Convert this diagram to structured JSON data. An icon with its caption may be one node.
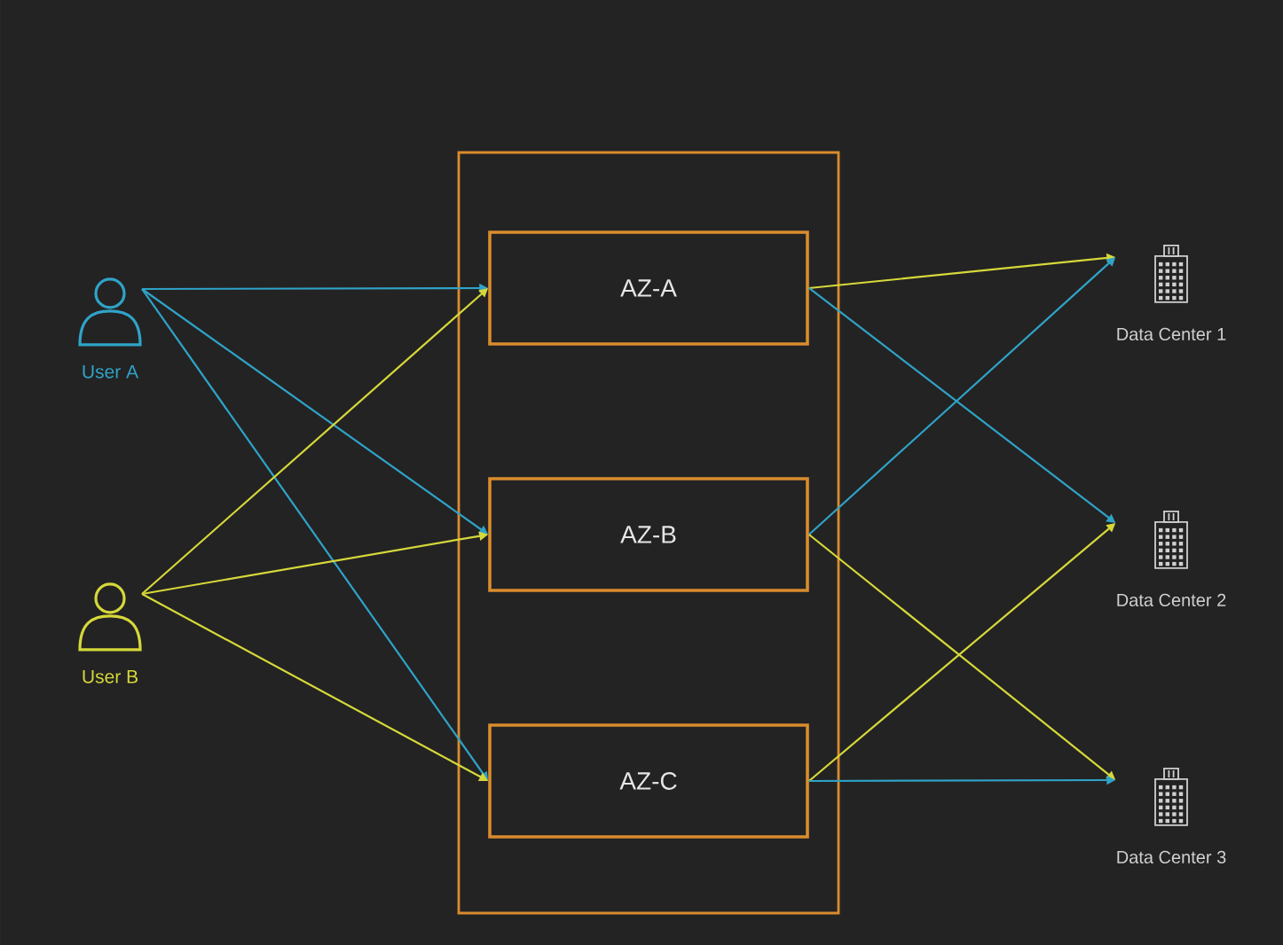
{
  "diagram": {
    "nodes": [
      {
        "text": [
          "User A"
        ]
      },
      {
        "text": [
          "User B"
        ]
      },
      {
        "text": [],
        "shape": "box"
      },
      {
        "text": [
          "AZ-A"
        ],
        "in": 2
      },
      {
        "text": [
          "AZ-B"
        ],
        "in": 2
      },
      {
        "text": [
          "AZ-C"
        ],
        "in": 2
      },
      {
        "text": [
          "Data Center 1"
        ]
      },
      {
        "text": [
          "Data Center 2"
        ]
      },
      {
        "text": [
          "Data Center 3"
        ]
      }
    ],
    "edges": [
      {
        "from": 0,
        "to": 3,
        "arrow": "to",
        "color": "#2fa3c8"
      },
      {
        "from": 0,
        "to": 4,
        "arrow": "to",
        "color": "#2fa3c8"
      },
      {
        "from": 0,
        "to": 5,
        "arrow": "to",
        "color": "#2fa3c8"
      },
      {
        "from": 1,
        "to": 3,
        "arrow": "to",
        "color": "#d6d83a"
      },
      {
        "from": 1,
        "to": 4,
        "arrow": "to",
        "color": "#d6d83a"
      },
      {
        "from": 1,
        "to": 5,
        "arrow": "to",
        "color": "#d6d83a"
      },
      {
        "from": 3,
        "to": 6,
        "arrow": "to",
        "color": "#d6d83a"
      },
      {
        "from": 3,
        "to": 7,
        "arrow": "to",
        "color": "#2fa3c8"
      },
      {
        "from": 4,
        "to": 6,
        "arrow": "to",
        "color": "#2fa3c8"
      },
      {
        "from": 4,
        "to": 8,
        "arrow": "to",
        "color": "#d6d83a"
      },
      {
        "from": 5,
        "to": 7,
        "arrow": "to",
        "color": "#d6d83a"
      },
      {
        "from": 5,
        "to": 8,
        "arrow": "to",
        "color": "#2fa3c8"
      }
    ]
  }
}
